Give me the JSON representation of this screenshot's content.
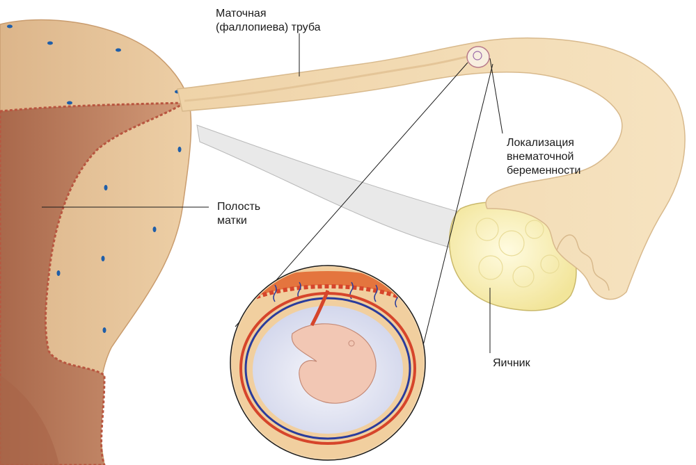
{
  "labels": {
    "fallopian_tube": {
      "line1": "Маточная",
      "line2": "(фаллопиева) труба"
    },
    "uterine_cavity": {
      "line1": "Полость",
      "line2": "матки"
    },
    "ectopic_site": {
      "line1": "Локализация",
      "line2": "внематочной",
      "line3": "беременности"
    },
    "ovary": {
      "line1": "Яичник"
    }
  },
  "colors": {
    "uterus_wall": "#e6c39a",
    "uterus_wall_dark": "#d4a878",
    "cavity": "#c98a68",
    "cavity_dark": "#a96a4c",
    "endometrium_edge": "#b8553f",
    "tube": "#f3deb6",
    "ovary": "#fbf1b8",
    "ligament": "#e8e8e8",
    "nucleus_dots": "#1f5ea8",
    "leader_line": "#1a1a1a",
    "amnion": "#d8dcef",
    "embryo": "#f2c7b4",
    "placenta_red": "#d6452b",
    "vessel_blue": "#2a3c9c"
  }
}
